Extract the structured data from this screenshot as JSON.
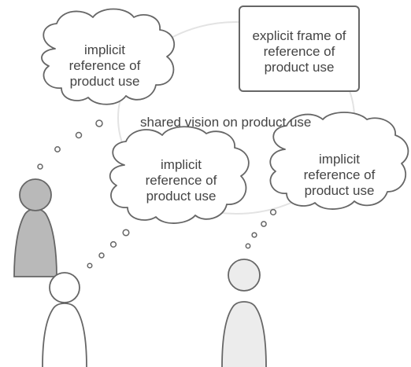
{
  "explicit_frame": {
    "text": "explicit frame of\nreference of\nproduct use"
  },
  "shared_vision_label": "shared vision on product use",
  "thought_clouds": [
    {
      "text": "implicit\nreference of\nproduct use"
    },
    {
      "text": "implicit\nreference of\nproduct use"
    },
    {
      "text": "implicit\nreference of\nproduct use"
    }
  ],
  "colors": {
    "stroke": "#666666",
    "person_dark": "#b9b9b9",
    "person_light": "#ececec",
    "person_white": "#ffffff",
    "circle": "#e6e6e6"
  }
}
